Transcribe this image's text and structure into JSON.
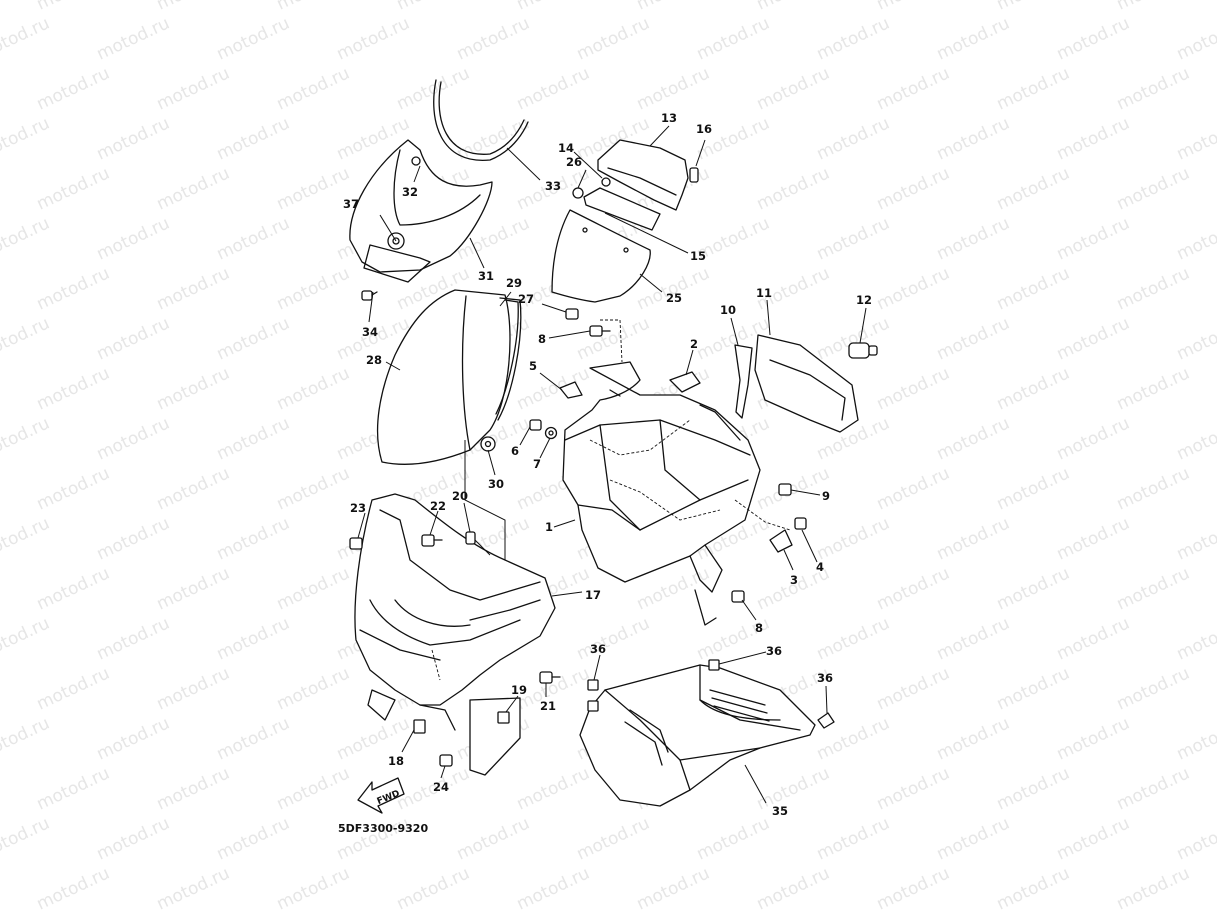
{
  "watermark": {
    "text": "motod.ru"
  },
  "diagram_code": "5DF3300-9320",
  "fwd_label": "FWD",
  "callouts": [
    {
      "id": "c1",
      "label": "1"
    },
    {
      "id": "c2",
      "label": "2"
    },
    {
      "id": "c3",
      "label": "3"
    },
    {
      "id": "c4",
      "label": "4"
    },
    {
      "id": "c5",
      "label": "5"
    },
    {
      "id": "c6",
      "label": "6"
    },
    {
      "id": "c7",
      "label": "7"
    },
    {
      "id": "c8a",
      "label": "8"
    },
    {
      "id": "c8b",
      "label": "8"
    },
    {
      "id": "c9",
      "label": "9"
    },
    {
      "id": "c10",
      "label": "10"
    },
    {
      "id": "c11",
      "label": "11"
    },
    {
      "id": "c12",
      "label": "12"
    },
    {
      "id": "c13",
      "label": "13"
    },
    {
      "id": "c14",
      "label": "14"
    },
    {
      "id": "c15",
      "label": "15"
    },
    {
      "id": "c16",
      "label": "16"
    },
    {
      "id": "c17",
      "label": "17"
    },
    {
      "id": "c18",
      "label": "18"
    },
    {
      "id": "c19",
      "label": "19"
    },
    {
      "id": "c20",
      "label": "20"
    },
    {
      "id": "c21",
      "label": "21"
    },
    {
      "id": "c22",
      "label": "22"
    },
    {
      "id": "c23",
      "label": "23"
    },
    {
      "id": "c24",
      "label": "24"
    },
    {
      "id": "c25",
      "label": "25"
    },
    {
      "id": "c26",
      "label": "26"
    },
    {
      "id": "c27",
      "label": "27"
    },
    {
      "id": "c28",
      "label": "28"
    },
    {
      "id": "c29",
      "label": "29"
    },
    {
      "id": "c30",
      "label": "30"
    },
    {
      "id": "c31",
      "label": "31"
    },
    {
      "id": "c32",
      "label": "32"
    },
    {
      "id": "c33",
      "label": "33"
    },
    {
      "id": "c34",
      "label": "34"
    },
    {
      "id": "c35",
      "label": "35"
    },
    {
      "id": "c36a",
      "label": "36"
    },
    {
      "id": "c36b",
      "label": "36"
    },
    {
      "id": "c36c",
      "label": "36"
    },
    {
      "id": "c37",
      "label": "37"
    }
  ]
}
